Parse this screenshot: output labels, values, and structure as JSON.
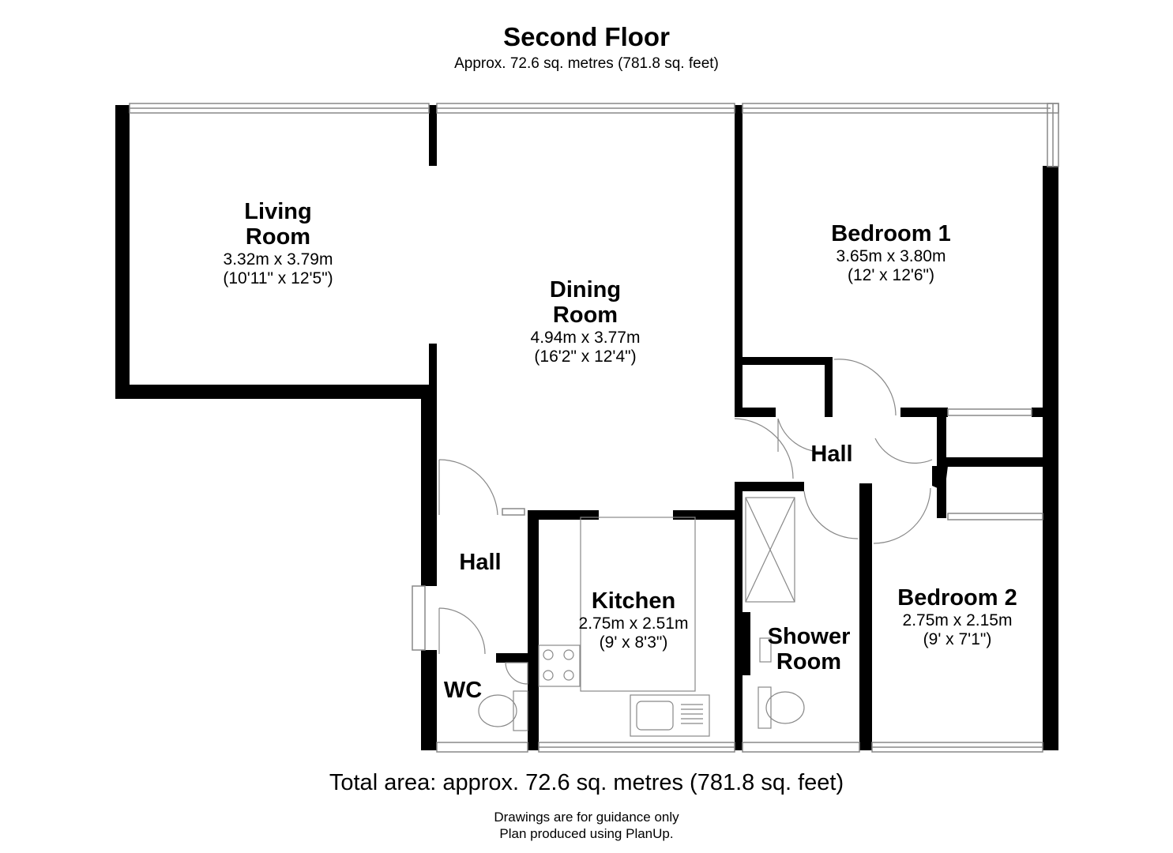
{
  "header": {
    "title": "Second Floor",
    "subtitle": "Approx. 72.6 sq. metres (781.8 sq. feet)"
  },
  "rooms": {
    "living": {
      "name_line1": "Living",
      "name_line2": "Room",
      "metric": "3.32m x 3.79m",
      "imperial": "(10'11\" x 12'5\")"
    },
    "dining": {
      "name_line1": "Dining",
      "name_line2": "Room",
      "metric": "4.94m x 3.77m",
      "imperial": "(16'2\" x 12'4\")"
    },
    "bedroom1": {
      "name": "Bedroom 1",
      "metric": "3.65m x 3.80m",
      "imperial": "(12' x 12'6\")"
    },
    "hall_right": {
      "name": "Hall"
    },
    "hall_left": {
      "name": "Hall"
    },
    "kitchen": {
      "name": "Kitchen",
      "metric": "2.75m x 2.51m",
      "imperial": "(9' x 8'3\")"
    },
    "shower": {
      "name_line1": "Shower",
      "name_line2": "Room"
    },
    "bedroom2": {
      "name": "Bedroom 2",
      "metric": "2.75m x 2.15m",
      "imperial": "(9' x 7'1\")"
    },
    "wc": {
      "name": "WC"
    }
  },
  "footer": {
    "total": "Total area: approx. 72.6 sq. metres (781.8 sq. feet)",
    "note1": "Drawings are for guidance only",
    "note2": "Plan produced using PlanUp."
  },
  "colors": {
    "wall": "#000000",
    "fixture": "#888888",
    "background": "#ffffff"
  }
}
